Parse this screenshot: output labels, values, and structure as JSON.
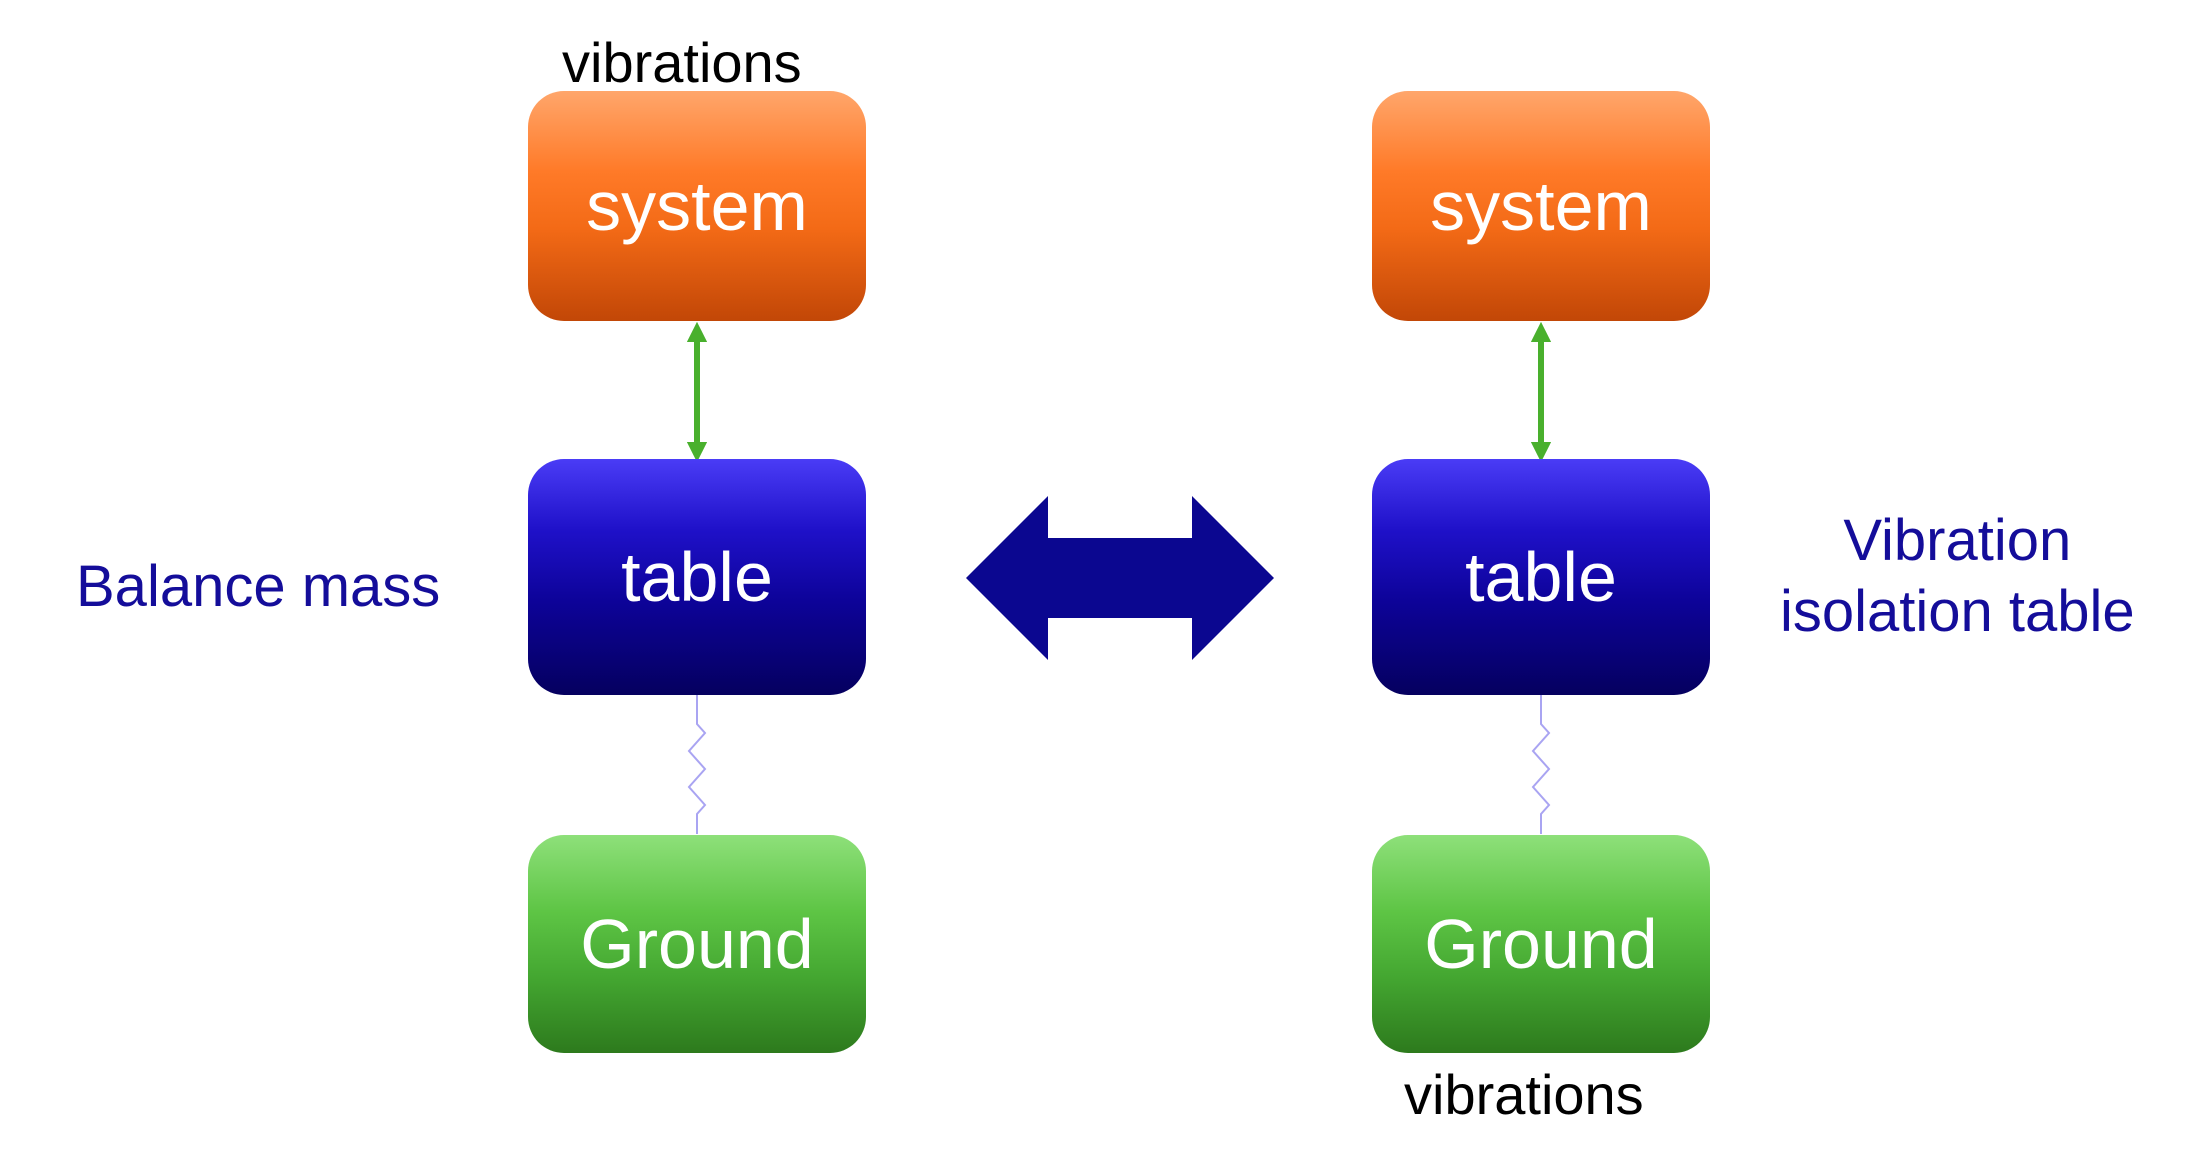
{
  "left": {
    "top_caption": "vibrations",
    "system_label": "system",
    "table_label": "table",
    "ground_label": "Ground",
    "side_label": "Balance mass"
  },
  "right": {
    "system_label": "system",
    "table_label": "table",
    "ground_label": "Ground",
    "bottom_caption": "vibrations",
    "side_label_line1": "Vibration",
    "side_label_line2": "isolation table"
  },
  "colors": {
    "system_orange": "#f36a16",
    "table_blue": "#0d0399",
    "ground_green": "#44a731",
    "link_arrow_green": "#49b02d",
    "spring_lavender": "#a9a4f2",
    "center_arrow_navy": "#0b0790",
    "label_blue": "#140d9a"
  },
  "icons": {
    "center": "double-headed-arrow-icon",
    "link": "vertical-double-arrow-icon",
    "spring": "spring-icon"
  }
}
